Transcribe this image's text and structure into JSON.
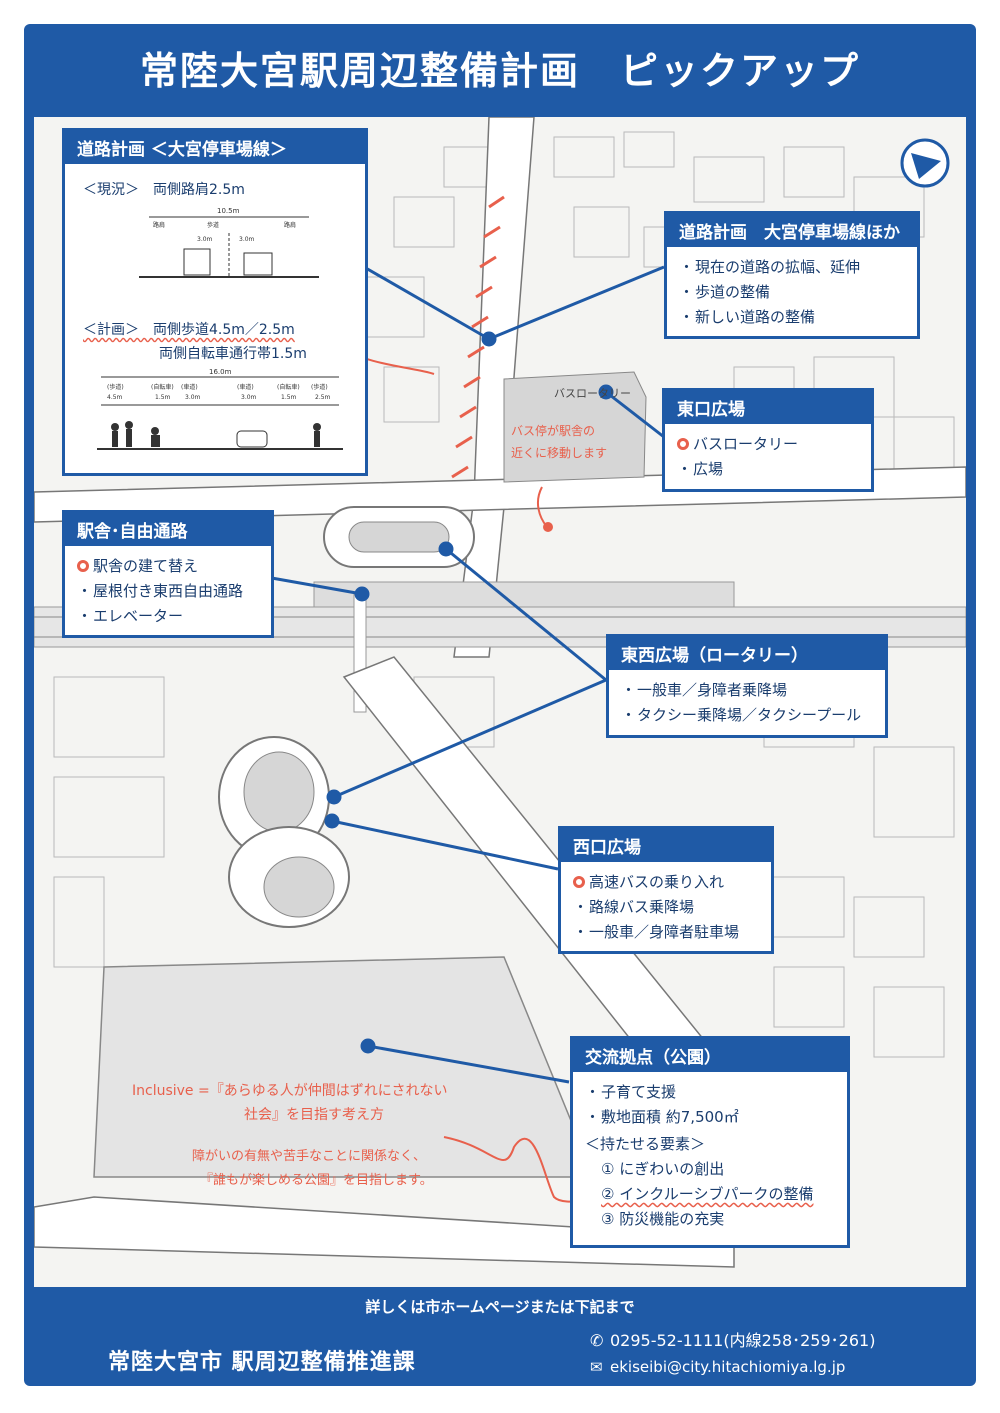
{
  "title": "常陸大宮駅周辺整備計画　ピックアップ",
  "road_section": {
    "header": "道路計画 ＜大宮停車場線＞",
    "current": "＜現況＞　両側路肩2.5m",
    "plan_1": "＜計画＞　両側歩道4.5m／2.5m",
    "plan_2": "両側自転車通行帯1.5m",
    "current_width": "10.5m",
    "current_labels": [
      "路肩",
      "歩道",
      "車道",
      "車道",
      "路肩"
    ],
    "current_dims": [
      "3.0m",
      "3.0m"
    ],
    "plan_width": "16.0m",
    "plan_labels": [
      "(歩道)",
      "(自転車)",
      "(車道)",
      "(車道)",
      "(自転車)",
      "(歩道)"
    ],
    "plan_dims": [
      "4.5m",
      "1.5m",
      "3.0m",
      "3.0m",
      "1.5m",
      "2.5m"
    ]
  },
  "road_plan": {
    "header": "道路計画　大宮停車場線ほか",
    "items": [
      "現在の道路の拡幅、延伸",
      "歩道の整備",
      "新しい道路の整備"
    ]
  },
  "east_plaza": {
    "header": "東口広場",
    "items": [
      "バスロータリー",
      "広場"
    ],
    "note_1": "バス停が駅舎の",
    "note_2": "近くに移動します",
    "map_label": "バスロータリー"
  },
  "station": {
    "header": "駅舎･自由通路",
    "items": [
      "駅舎の建て替え",
      "屋根付き東西自由通路",
      "エレベーター"
    ]
  },
  "east_west_plaza": {
    "header": "東西広場（ロータリー）",
    "items": [
      "一般車／身障者乗降場",
      "タクシー乗降場／タクシープール"
    ]
  },
  "west_plaza": {
    "header": "西口広場",
    "items": [
      "高速バスの乗り入れ",
      "路線バス乗降場",
      "一般車／身障者駐車場"
    ]
  },
  "park": {
    "header": "交流拠点（公園）",
    "items": [
      "子育て支援",
      "敷地面積 約7,500㎡"
    ],
    "elements_label": "＜持たせる要素＞",
    "elements": [
      "① にぎわいの創出",
      "② インクルーシブパークの整備",
      "③ 防災機能の充実"
    ]
  },
  "inclusive_note": {
    "line_1": "Inclusive =『あらゆる人が仲間はずれにされない",
    "line_2": "社会』を目指す考え方",
    "line_3": "障がいの有無や苦手なことに関係なく、",
    "line_4": "『誰もが楽しめる公園』を目指します。"
  },
  "footer": {
    "more_info": "詳しくは市ホームページまたは下記まで",
    "org": "常陸大宮市 駅周辺整備推進課",
    "tel": "0295-52-1111(内線258･259･261)",
    "email": "ekiseibi@city.hitachiomiya.lg.jp"
  },
  "colors": {
    "brand_blue": "#1f5aa6",
    "accent_orange": "#e8604c",
    "map_bg": "#f4f4f2"
  },
  "icons": [
    "north-arrow-icon",
    "phone-icon",
    "mail-icon",
    "pin-icon"
  ]
}
